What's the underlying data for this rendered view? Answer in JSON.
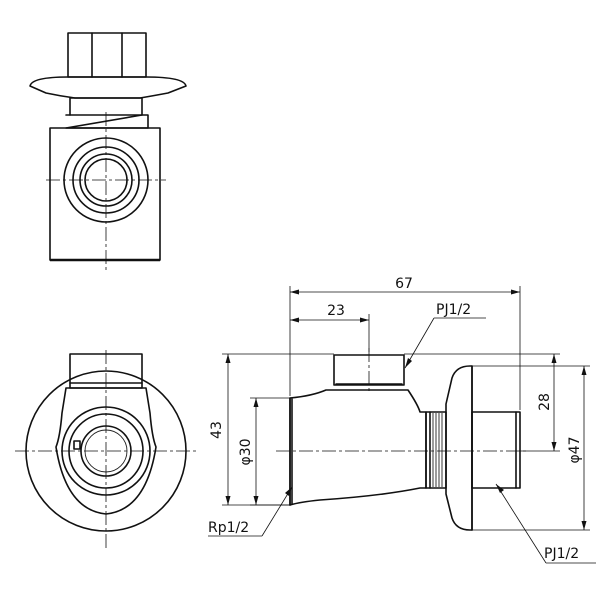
{
  "dimensions": {
    "overall_length": "67",
    "inlet_offset": "23",
    "body_height": "43",
    "bore_diameter": "φ30",
    "flange_height": "28",
    "flange_diameter": "φ47"
  },
  "threads": {
    "top_port": "PJ1/2",
    "outlet": "PJ1/2",
    "inlet": "Rp1/2"
  }
}
